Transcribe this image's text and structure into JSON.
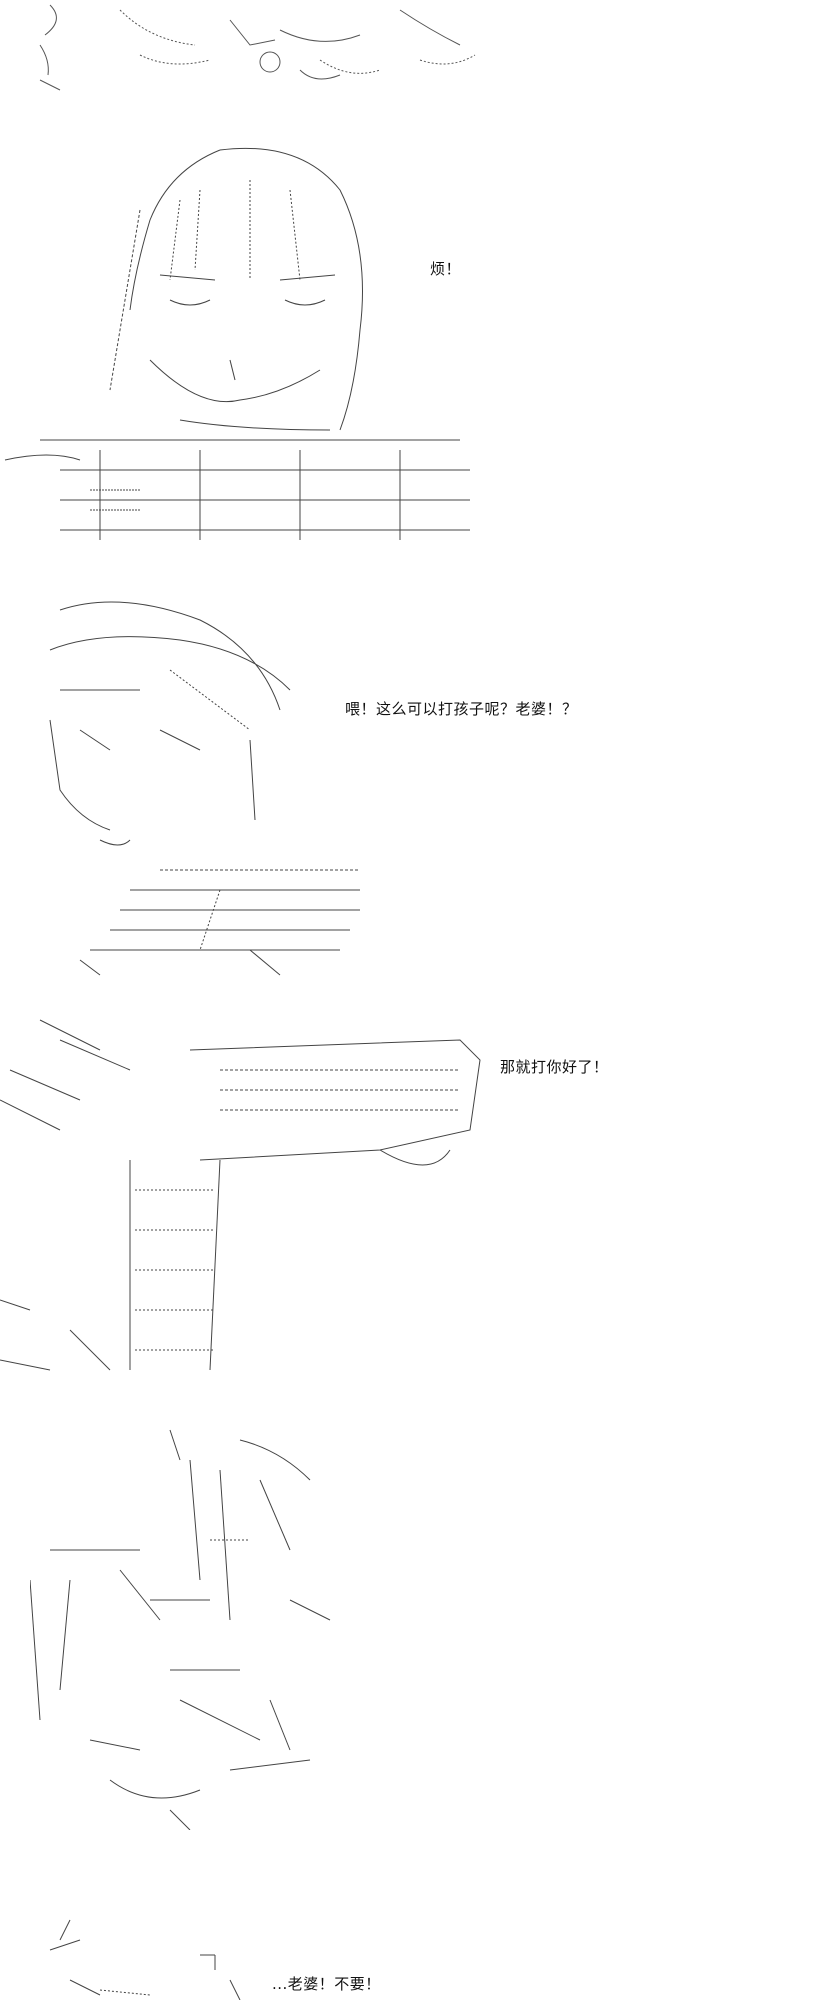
{
  "dialogue": {
    "line1": "烦！",
    "line2": "喂！这么可以打孩子呢？老婆！？",
    "line3": "那就打你好了！",
    "line4": "...老婆！不要！"
  },
  "colors": {
    "background": "#ffffff",
    "ink": "#111111"
  }
}
